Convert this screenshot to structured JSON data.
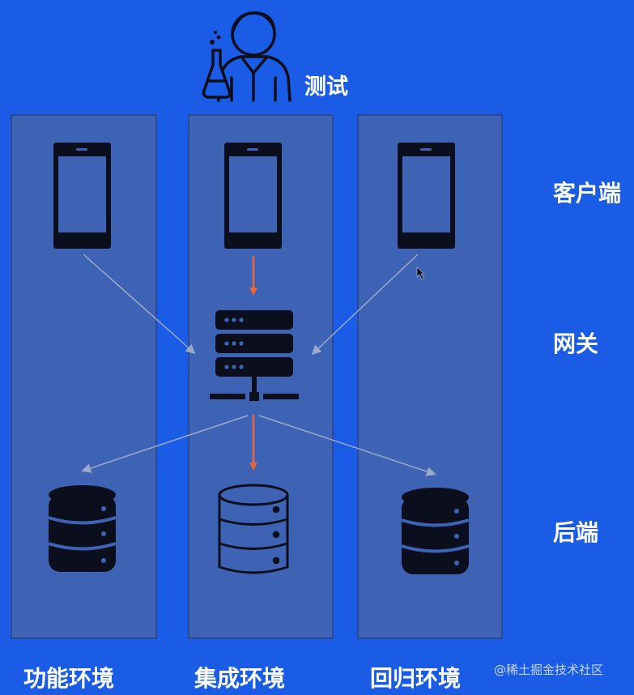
{
  "tester": {
    "label": "测试"
  },
  "layers": {
    "client": "客户端",
    "gateway": "网关",
    "backend": "后端"
  },
  "environments": {
    "functional": "功能环境",
    "integration": "集成环境",
    "regression": "回归环境"
  },
  "watermark": "@稀土掘金技术社区",
  "colors": {
    "background": "#1a5ce6",
    "column": "#3f63b4",
    "highlight_arrow": "#e8663c",
    "muted_arrow": "#9aa9c9"
  },
  "icons": {
    "tester": "scientist-icon",
    "client": "smartphone-icon",
    "gateway": "server-icon",
    "backend": "database-icon"
  }
}
